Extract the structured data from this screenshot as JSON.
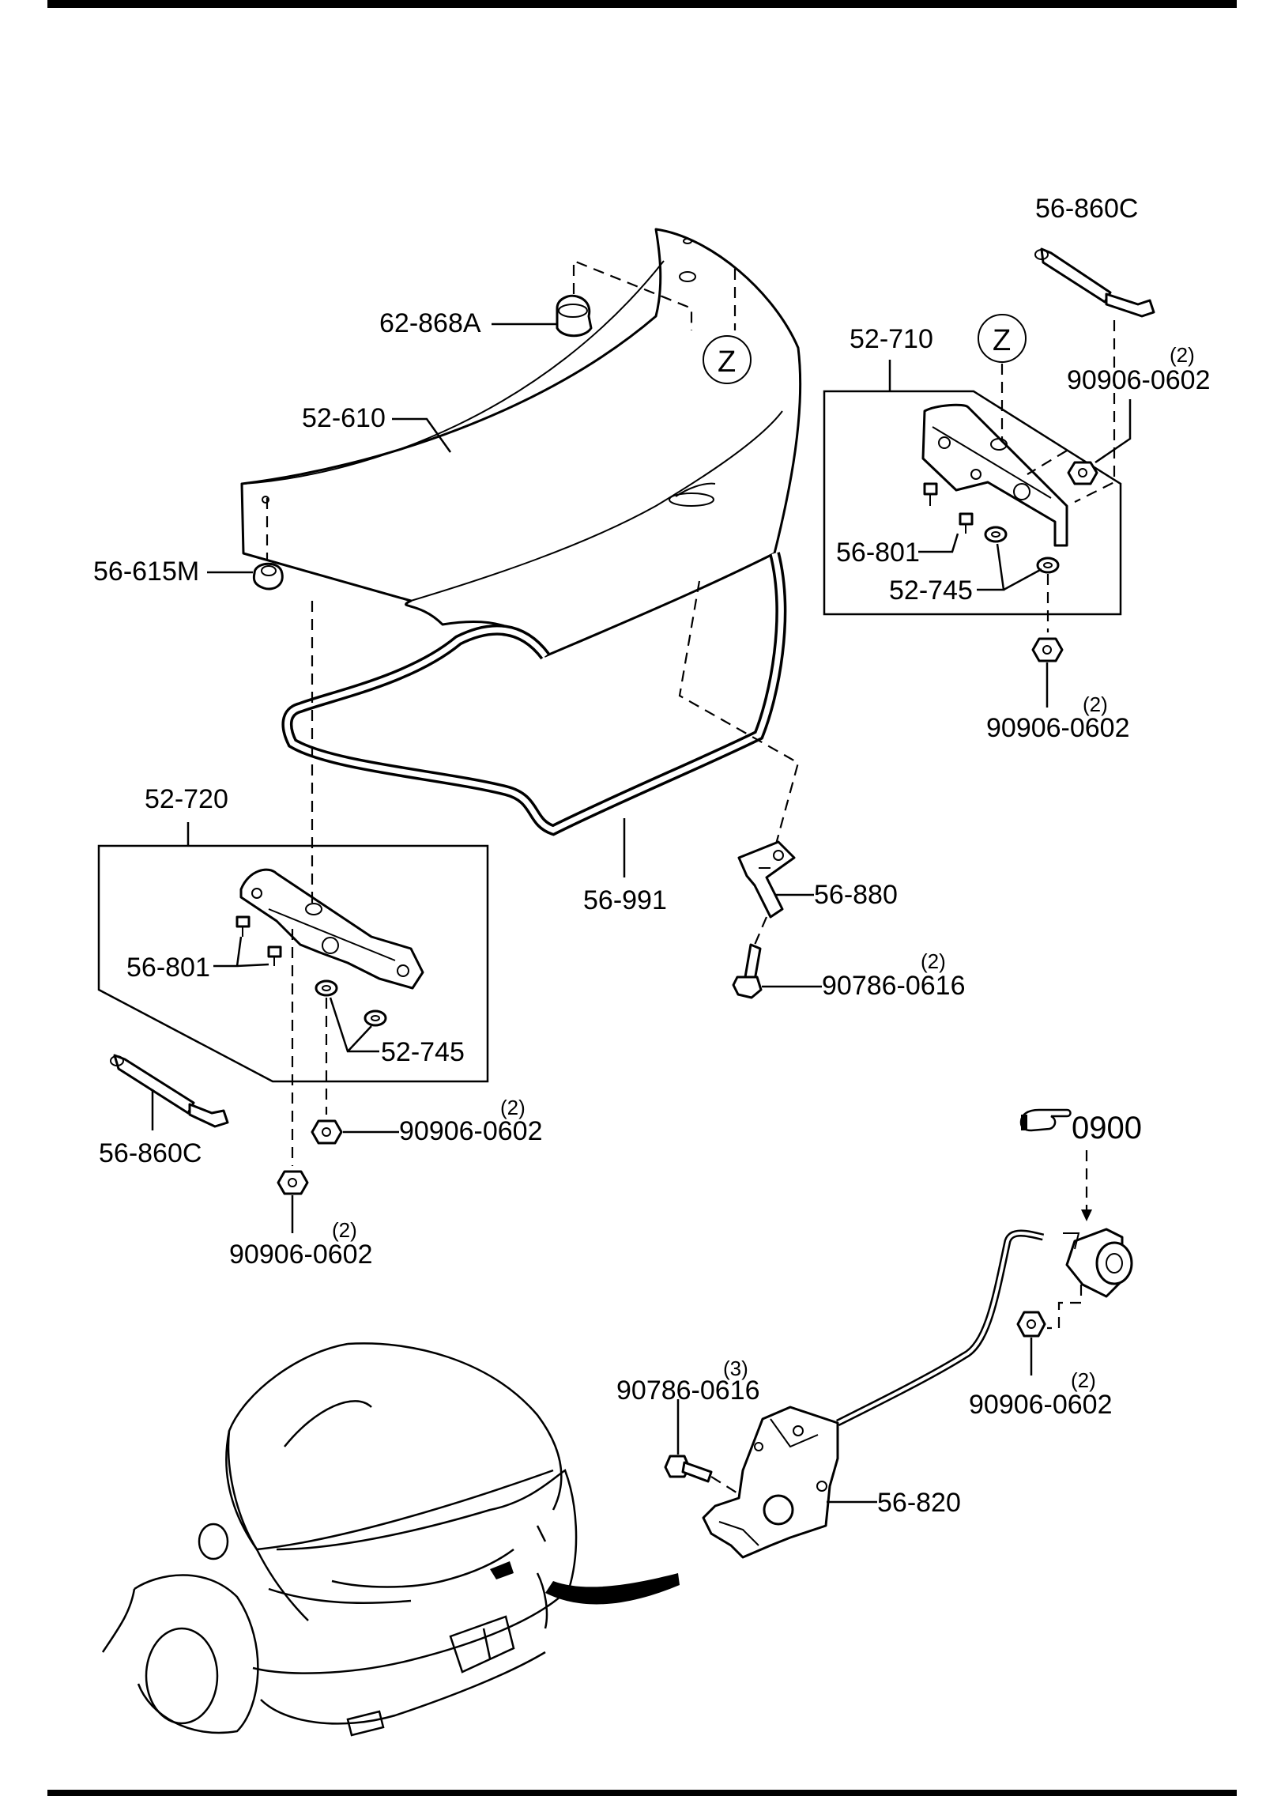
{
  "labels": {
    "spoiler_bolt": "62-868A",
    "trunk_lid": "52-610",
    "bumper_stop": "56-615M",
    "hinge_right": "52-710",
    "hinge_left": "52-720",
    "damper_right": "56-860C",
    "damper_left": "56-860C",
    "clip_right": "56-801",
    "clip_left": "56-801",
    "washer_right": "52-745",
    "washer_left": "52-745",
    "nut_hinge_right_top": "90906-0602",
    "nut_hinge_right_bottom": "90906-0602",
    "nut_hinge_left_a": "90906-0602",
    "nut_hinge_left_b": "90906-0602",
    "nut_key_cylinder": "90906-0602",
    "weatherstrip": "56-991",
    "striker": "56-880",
    "striker_bolt": "90786-0616",
    "latch_bolt": "90786-0616",
    "latch": "56-820",
    "ref_code": "0900",
    "zone_mark_lid": "Z",
    "zone_mark_hinge": "Z"
  },
  "quantities": {
    "nut_hinge_right_top": "(2)",
    "nut_hinge_right_bottom": "(2)",
    "nut_hinge_left_a": "(2)",
    "nut_hinge_left_b": "(2)",
    "nut_key_cylinder": "(2)",
    "striker_bolt": "(2)",
    "latch_bolt": "(3)"
  },
  "colors": {
    "line": "#000000",
    "background": "#ffffff"
  },
  "icons": {
    "reference": "pointing-hand-icon"
  }
}
